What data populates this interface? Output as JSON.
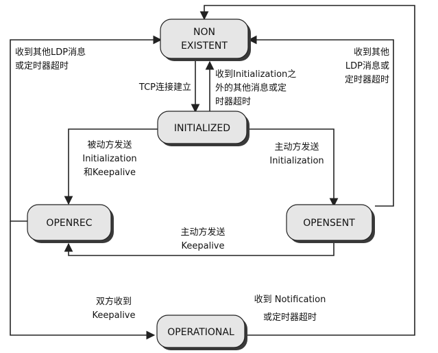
{
  "diagram": {
    "states": {
      "non_existent": {
        "line1": "NON",
        "line2": "EXISTENT"
      },
      "initialized": {
        "label": "INITIALIZED"
      },
      "openrec": {
        "label": "OPENREC"
      },
      "opensent": {
        "label": "OPENSENT"
      },
      "operational": {
        "label": "OPERATIONAL"
      }
    },
    "edges": {
      "openrec_to_nonexistent": {
        "line1": "收到其他LDP消息",
        "line2": "或定时器超时"
      },
      "opensent_to_nonexistent": {
        "line1": "收到其他",
        "line2": "LDP消息或",
        "line3": "定时器超时"
      },
      "tcp_established": {
        "label": "TCP连接建立"
      },
      "initialized_to_nonexistent": {
        "line1": "收到Initialization之",
        "line2": "外的其他消息或定",
        "line3": "时器超时"
      },
      "passive_send": {
        "line1": "被动方发送",
        "line2": "Initialization",
        "line3": "和Keepalive"
      },
      "active_send_init": {
        "line1": "主动方发送",
        "line2": "Initialization"
      },
      "active_send_keepalive": {
        "line1": "主动方发送",
        "line2": "Keepalive"
      },
      "both_received": {
        "line1": "双方收到",
        "line2": "Keepalive"
      },
      "operational_to_nonexistent": {
        "line1": "收到 Notification",
        "line2": "或定时器超时"
      }
    },
    "colors": {
      "state_fill": "#e6e6e6",
      "state_stroke": "#222222",
      "shadow": "#3a3a3a",
      "line": "#222222"
    }
  }
}
